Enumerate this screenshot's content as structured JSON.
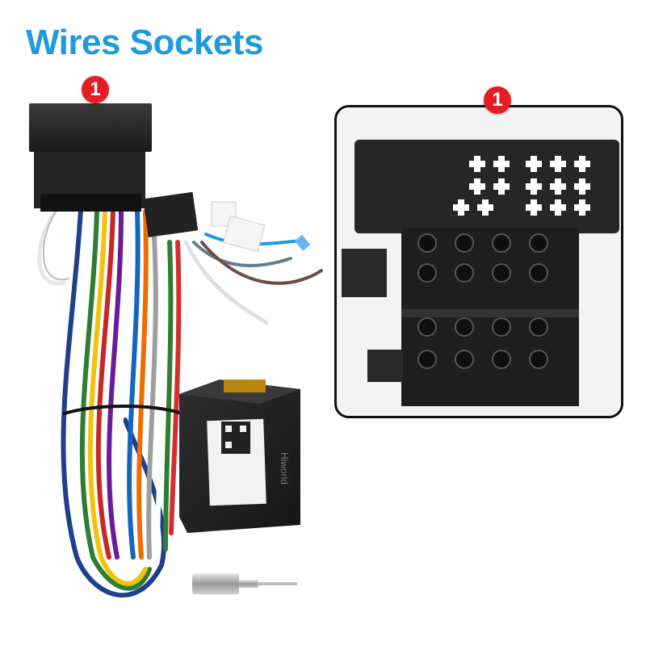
{
  "title": "Wires Sockets",
  "badges": {
    "left": "1",
    "right": "1"
  },
  "colors": {
    "title": "#1e9be0",
    "badge": "#e51c23",
    "frame": "#111111"
  },
  "module": {
    "brand": "Hiworld"
  }
}
